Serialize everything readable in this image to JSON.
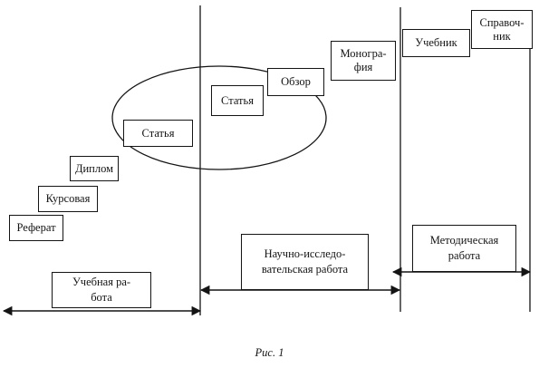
{
  "steps": {
    "referat": "Реферат",
    "kursovaya": "Курсовая",
    "diplom": "Диплом",
    "statya_1": "Статья",
    "statya_2": "Статья",
    "obzor": "Обзор",
    "monografiya": "Моногра-\nфия",
    "uchebnik": "Учебник",
    "spravochnik": "Справоч-\nник"
  },
  "areas": {
    "educational": "Учебная ра-\nбота",
    "research": "Научно-исследо-\nвательская работа",
    "methodical": "Методическая\nработа"
  },
  "caption": "Рис. 1"
}
